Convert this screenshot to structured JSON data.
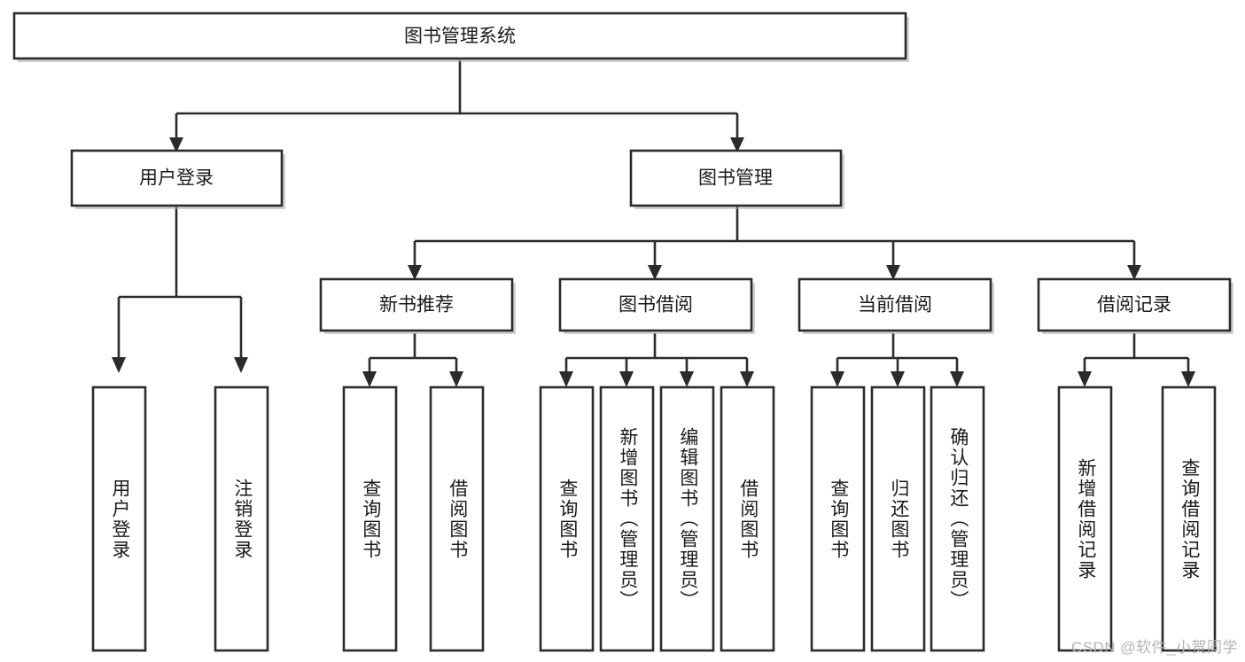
{
  "diagram": {
    "title": "图书管理系统",
    "type": "tree-hierarchy",
    "watermark": "CSDN @软件_小贺同学",
    "colors": {
      "box_fill": "#ffffff",
      "box_stroke": "#2b2b2b",
      "text": "#1a1a1a",
      "shadow": "#a9a9a9",
      "watermark": "#b4b4b4",
      "background": "#ffffff"
    },
    "root": {
      "label": "图书管理系统"
    },
    "level2": [
      {
        "label": "用户登录"
      },
      {
        "label": "图书管理"
      }
    ],
    "level3": [
      {
        "label": "新书推荐"
      },
      {
        "label": "图书借阅"
      },
      {
        "label": "当前借阅"
      },
      {
        "label": "借阅记录"
      }
    ],
    "leaves": {
      "user_login": [
        {
          "label": "用户登录"
        },
        {
          "label": "注销登录"
        }
      ],
      "new_book_recommend": [
        {
          "label": "查询图书"
        },
        {
          "label": "借阅图书"
        }
      ],
      "book_borrow": [
        {
          "label": "查询图书"
        },
        {
          "label": "新增图书（管理员）"
        },
        {
          "label": "编辑图书（管理员）"
        },
        {
          "label": "借阅图书"
        }
      ],
      "current_borrow": [
        {
          "label": "查询图书"
        },
        {
          "label": "归还图书"
        },
        {
          "label": "确认归还（管理员）"
        }
      ],
      "borrow_record": [
        {
          "label": "新增借阅记录"
        },
        {
          "label": "查询借阅记录"
        }
      ]
    }
  }
}
